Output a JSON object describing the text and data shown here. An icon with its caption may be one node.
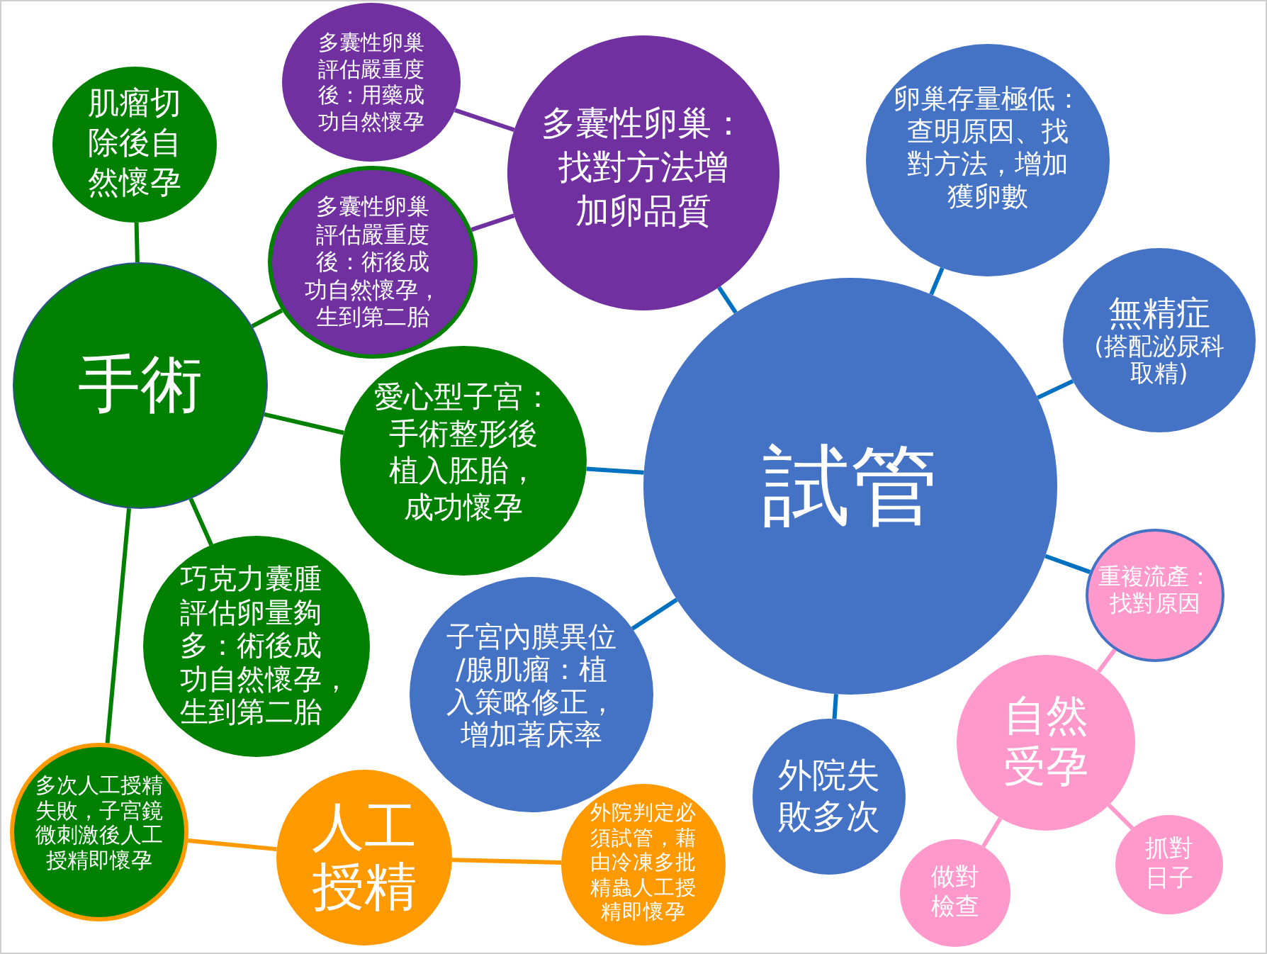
{
  "diagram": {
    "nodes": [
      {
        "text": [
          "多囊性卵巢評估嚴重度後：用藥成功自然懷孕"
        ]
      },
      {
        "text": [
          "多囊性卵巢：找對方法增加卵品質"
        ]
      },
      {
        "text": [
          "卵巢存量極低：查明原因、找對方法，增加獲卵數"
        ]
      },
      {
        "text": [
          "肌瘤切除後自然懷孕"
        ]
      },
      {
        "text": [
          "多囊性卵巢評估嚴重度後：術後成功自然懷孕，生到第二胎"
        ]
      },
      {
        "text": [
          "無精症",
          "(搭配泌尿科取精)"
        ]
      },
      {
        "text": [
          "手術"
        ]
      },
      {
        "text": [
          "試管"
        ]
      },
      {
        "text": [
          "愛心型子宮：手術整形後植入胚胎，成功懷孕"
        ]
      },
      {
        "text": [
          "巧克力囊腫評估卵量夠多：術後成功自然懷孕，生到第二胎"
        ]
      },
      {
        "text": [
          "子宮內膜異位/腺肌瘤：植入策略修正，增加著床率"
        ]
      },
      {
        "text": [
          "重複流產：找對原因"
        ]
      },
      {
        "text": [
          "自然受孕"
        ]
      },
      {
        "text": [
          "外院失敗多次"
        ]
      },
      {
        "text": [
          "多次人工授精失敗，子宮鏡微刺激後人工授精即懷孕"
        ]
      },
      {
        "text": [
          "人工授精"
        ]
      },
      {
        "text": [
          "外院判定必須試管，藉由冷凍多批精蟲人工授精即懷孕"
        ]
      },
      {
        "text": [
          "抓對日子"
        ]
      },
      {
        "text": [
          "做對檢查"
        ]
      }
    ],
    "edges": [
      {
        "from": 7,
        "to": 1,
        "arrow": "none"
      },
      {
        "from": 7,
        "to": 2,
        "arrow": "none"
      },
      {
        "from": 7,
        "to": 5,
        "arrow": "none"
      },
      {
        "from": 7,
        "to": 8,
        "arrow": "none"
      },
      {
        "from": 7,
        "to": 10,
        "arrow": "none"
      },
      {
        "from": 7,
        "to": 13,
        "arrow": "none"
      },
      {
        "from": 7,
        "to": 11,
        "arrow": "none"
      },
      {
        "from": 1,
        "to": 0,
        "arrow": "none",
        "color": "#7030a0"
      },
      {
        "from": 1,
        "to": 4,
        "arrow": "none",
        "color": "#7030a0"
      },
      {
        "from": 6,
        "to": 4,
        "arrow": "none",
        "color": "#008000"
      },
      {
        "from": 6,
        "to": 3,
        "arrow": "none",
        "color": "#008000"
      },
      {
        "from": 6,
        "to": 8,
        "arrow": "none",
        "color": "#008000"
      },
      {
        "from": 6,
        "to": 9,
        "arrow": "none",
        "color": "#008000"
      },
      {
        "from": 6,
        "to": 14,
        "arrow": "none",
        "color": "#008000"
      },
      {
        "from": 15,
        "to": 14,
        "arrow": "none",
        "color": "#ff9900"
      },
      {
        "from": 15,
        "to": 16,
        "arrow": "none",
        "color": "#ff9900"
      },
      {
        "from": 12,
        "to": 11,
        "arrow": "none",
        "color": "#ff99cc"
      },
      {
        "from": 12,
        "to": 18,
        "arrow": "none",
        "color": "#ff99cc"
      },
      {
        "from": 12,
        "to": 17,
        "arrow": "none",
        "color": "#ff99cc"
      }
    ]
  }
}
